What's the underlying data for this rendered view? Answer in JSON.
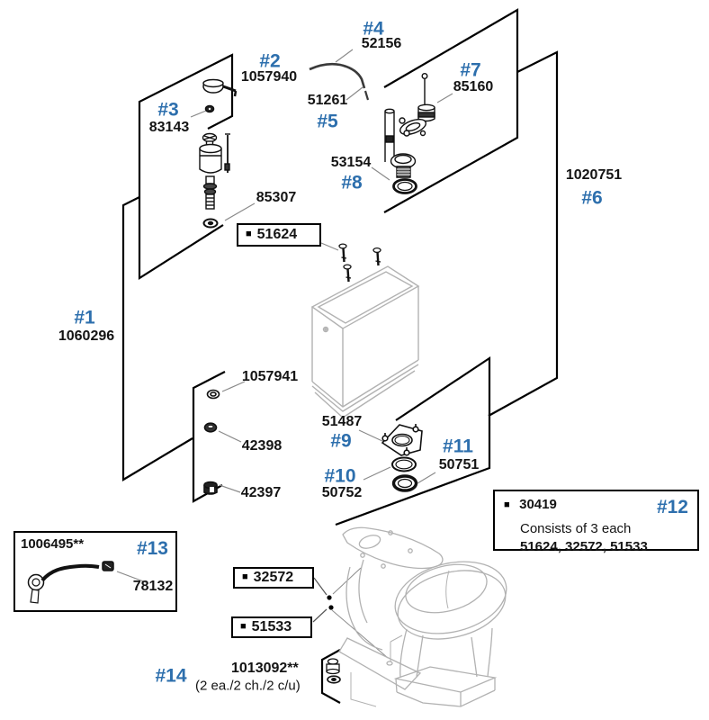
{
  "accent_color": "#2d6fad",
  "marker": "■",
  "callouts": {
    "n1": "#1",
    "p1": "1060296",
    "n2": "#2",
    "p2": "1057940",
    "n3": "#3",
    "p3": "83143",
    "n4": "#4",
    "p4": "52156",
    "n5": "#5",
    "p5": "51261",
    "n6": "#6",
    "p6": "1020751",
    "n7": "#7",
    "p7": "85160",
    "n8": "#8",
    "p8": "53154",
    "n9": "#9",
    "p9": "51487",
    "n10": "#10",
    "p10": "50752",
    "n11": "#11",
    "p11": "50751",
    "n12": "#12",
    "n13": "#13",
    "n14": "#14",
    "p14": "1013092**",
    "p14_qty": "(2 ea./2 ch./2 c/u)",
    "p85307": "85307",
    "p1057941": "1057941",
    "p42398": "42398",
    "p42397": "42397",
    "p78132": "78132"
  },
  "boxes": {
    "b51624": "51624",
    "b32572": "32572",
    "b51533": "51533",
    "b12_part": "30419",
    "b12_line2": "Consists of 3 each",
    "b12_line3": "51624, 32572, 51533",
    "b13_part": "1006495**"
  }
}
